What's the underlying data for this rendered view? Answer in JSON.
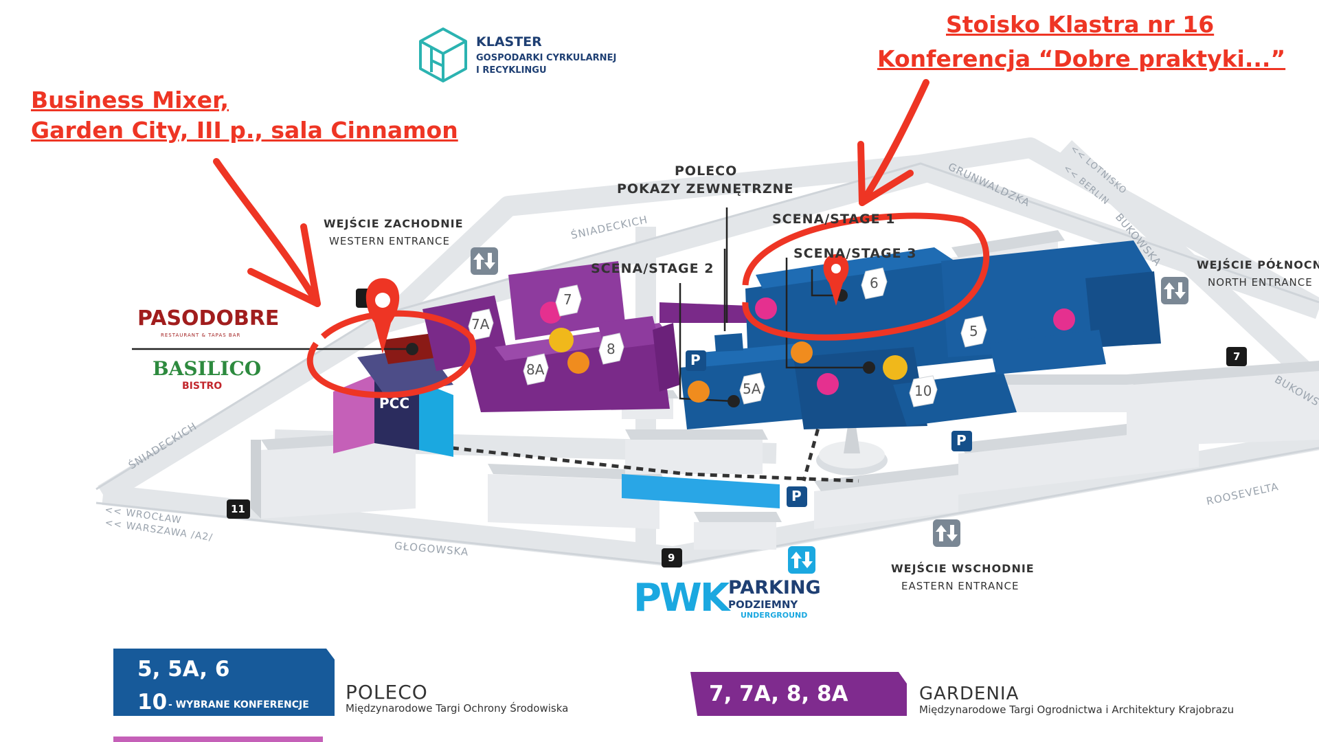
{
  "logo": {
    "line1": "KLASTER",
    "line2": "GOSPODARKI CYRKULARNEJ",
    "line3": "I RECYKLINGU"
  },
  "annotations": {
    "left_line1": "Business Mixer,",
    "left_line2": "Garden City, III p., sala Cinnamon",
    "right_line1": "Stoisko Klastra nr 16",
    "right_line2": "Konferencja  “Dobre praktyki...”"
  },
  "map": {
    "poleco_outdoor_1": "POLECO",
    "poleco_outdoor_2": "POKAZY ZEWNĘTRZNE",
    "scena_1": "SCENA/STAGE 1",
    "scena_2": "SCENA/STAGE 2",
    "scena_3": "SCENA/STAGE 3",
    "west_entrance_pl": "WEJŚCIE ZACHODNIE",
    "west_entrance_en": "WESTERN ENTRANCE",
    "north_entrance_pl": "WEJŚCIE PÓŁNOCNE",
    "north_entrance_en": "NORTH ENTRANCE",
    "east_entrance_pl": "WEJŚCIE WSCHODNIE",
    "east_entrance_en": "EASTERN ENTRANCE",
    "pasodobre": "PASODOBRE",
    "pasodobre_sub": "RESTAURANT & TAPAS BAR",
    "basilico": "BASILICO",
    "basilico_sub": "BISTRO",
    "pcc": "PCC",
    "halls": {
      "h7a": "7A",
      "h7": "7",
      "h8": "8",
      "h8a": "8A",
      "h5a": "5A",
      "h6": "6",
      "h5": "5",
      "h10": "10"
    },
    "streets": {
      "sniadeckich_top": "ŚNIADECKICH",
      "sniadeckich_left": "ŚNIADECKICH",
      "grunwaldzka": "GRUNWALDZKA",
      "lotnisko": "<< LOTNISKO",
      "berlin": "<< BERLIN",
      "bukowska_top": "BUKOWSKA",
      "bukowska_right": "BUKOWS",
      "wroclaw": "<< WROCŁAW",
      "warszawa": "<< WARSZAWA /A2/",
      "glogowska": "GŁOGOWSKA",
      "roosevelta": "ROOSEVELTA"
    },
    "gates": {
      "g7": "7",
      "g9": "9",
      "g11": "11"
    },
    "parking_letter": "P",
    "pwk": "PWK",
    "parking_1": "PARKING",
    "parking_2": "PODZIEMNY",
    "parking_3": "UNDERGROUND"
  },
  "legend": {
    "blue_halls": "5, 5A, 6",
    "blue_sub_num": "10",
    "blue_sub_text": "- WYBRANE KONFERENCJE",
    "poleco_title": "POLECO",
    "poleco_desc": "Międzynarodowe Targi Ochrony Środowiska",
    "purple_halls": "7, 7A, 8, 8A",
    "gardenia_title": "GARDENIA",
    "gardenia_desc": "Międzynarodowe Targi Ogrodnictwa i Architektury Krajobrazu"
  },
  "colors": {
    "annotation_red": "#ee3524",
    "poleco_blue": "#175a9a",
    "gardenia_purple": "#7f2b8e",
    "logo_teal": "#2bb3b1",
    "logo_navy": "#1e3f73"
  }
}
